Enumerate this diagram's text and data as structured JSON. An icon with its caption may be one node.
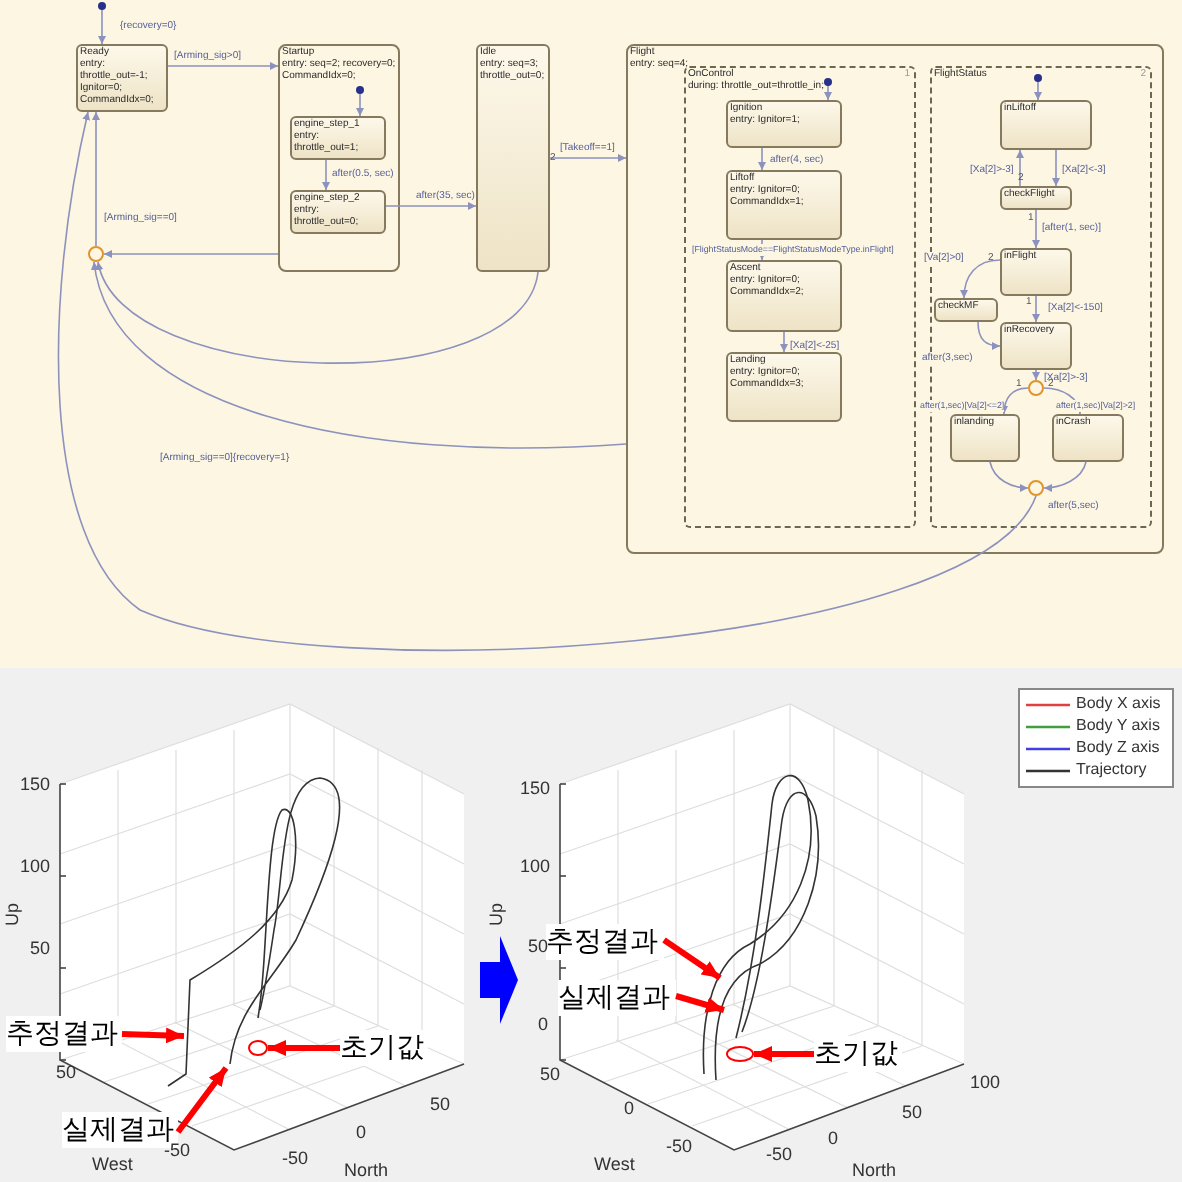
{
  "diagram": {
    "nodes": [
      {
        "text": [
          "Ready",
          "entry: throttle_out=-1; Ignitor=0; CommandIdx=0;"
        ]
      },
      {
        "text": [
          "Startup",
          "entry: seq=2; recovery=0; CommandIdx=0;"
        ]
      },
      {
        "text": [
          "engine_step_1",
          "entry: throttle_out=1;"
        ],
        "in": 1
      },
      {
        "text": [
          "engine_step_2",
          "entry: throttle_out=0;"
        ],
        "in": 1
      },
      {
        "text": [
          "Idle",
          "entry: seq=3; throttle_out=0;"
        ]
      },
      {
        "text": [
          "Flight",
          "entry: seq=4;"
        ]
      },
      {
        "text": [
          "OnControl",
          "during: throttle_out=throttle_in;",
          "1"
        ],
        "in": 5
      },
      {
        "text": [
          "Ignition",
          "entry: Ignitor=1;"
        ],
        "in": 6
      },
      {
        "text": [
          "Liftoff",
          "entry: Ignitor=0; CommandIdx=1;"
        ],
        "in": 6
      },
      {
        "text": [
          "Ascent",
          "entry: Ignitor=0; CommandIdx=2;"
        ],
        "in": 6
      },
      {
        "text": [
          "Landing",
          "entry: Ignitor=0; CommandIdx=3;"
        ],
        "in": 6
      },
      {
        "text": [
          "FlightStatus",
          "2"
        ],
        "in": 5
      },
      {
        "text": [
          "inLiftoff"
        ],
        "in": 11
      },
      {
        "text": [
          "checkFlight"
        ],
        "in": 11
      },
      {
        "text": [
          "inFlight"
        ],
        "in": 11
      },
      {
        "text": [
          "checkMF"
        ],
        "in": 11
      },
      {
        "text": [
          "inRecovery"
        ],
        "in": 11
      },
      {
        "text": [],
        "shape": "circle",
        "in": 11
      },
      {
        "text": [
          "inlanding"
        ],
        "in": 11
      },
      {
        "text": [
          "inCrash"
        ],
        "in": 11
      },
      {
        "text": [],
        "shape": "circle",
        "in": 11
      },
      {
        "text": [],
        "shape": "circle"
      },
      {
        "text": [],
        "shape": "picture"
      },
      {
        "text": [
          "추정결과"
        ],
        "in": 22
      },
      {
        "text": [
          "실제결과"
        ],
        "in": 22
      },
      {
        "text": [
          "초기값"
        ],
        "in": 22
      },
      {
        "text": [],
        "shape": "circle",
        "in": 22
      },
      {
        "text": [],
        "shape": "picture"
      },
      {
        "text": [
          "추정결과"
        ],
        "in": 27
      },
      {
        "text": [
          "실제결과"
        ],
        "in": 27
      },
      {
        "text": [
          "초기값"
        ],
        "in": 27
      },
      {
        "text": [],
        "shape": "circle",
        "in": 27
      }
    ],
    "edges": [
      {
        "from": null,
        "to": 0,
        "arrow": "to",
        "label": "{recovery=0}"
      },
      {
        "from": 0,
        "to": 1,
        "arrow": "to",
        "label": "[Arming_sig>0]"
      },
      {
        "from": null,
        "to": 2,
        "arrow": "to"
      },
      {
        "from": 2,
        "to": 3,
        "arrow": "to",
        "label": "after(0.5, sec)"
      },
      {
        "from": 3,
        "to": 4,
        "arrow": "to",
        "label": "after(35, sec)"
      },
      {
        "from": 1,
        "to": 21,
        "arrow": "to"
      },
      {
        "from": 21,
        "to": 0,
        "arrow": "to",
        "label": "[Arming_sig==0]"
      },
      {
        "from": 4,
        "to": 5,
        "arrow": "to",
        "label": "[Takeoff==1]"
      },
      {
        "from": 4,
        "to": 21,
        "arrow": "to"
      },
      {
        "from": 5,
        "to": 21,
        "arrow": "to",
        "label": "[Arming_sig==0]{recovery=1}"
      },
      {
        "from": 20,
        "to": 0,
        "arrow": "to",
        "label": "after(5,sec)"
      },
      {
        "from": null,
        "to": 7,
        "arrow": "to"
      },
      {
        "from": 7,
        "to": 8,
        "arrow": "to",
        "label": "after(4, sec)"
      },
      {
        "from": 8,
        "to": 9,
        "arrow": "to",
        "label": "[FlightStatusMode==FlightStatusModeType.inFlight]"
      },
      {
        "from": 9,
        "to": 10,
        "arrow": "to",
        "label": "[Xa[2]<-25]"
      },
      {
        "from": null,
        "to": 12,
        "arrow": "to"
      },
      {
        "from": 12,
        "to": 13,
        "arrow": "to",
        "label": "[Xa[2]<-3]"
      },
      {
        "from": 13,
        "to": 12,
        "arrow": "to",
        "label": "[Xa[2]>-3]"
      },
      {
        "from": 13,
        "to": 14,
        "arrow": "to",
        "label": "[after(1, sec)]"
      },
      {
        "from": 14,
        "to": 15,
        "arrow": "to",
        "label": "[Va[2]>0]"
      },
      {
        "from": 15,
        "to": 16,
        "arrow": "to",
        "label": "after(3,sec)"
      },
      {
        "from": 14,
        "to": 16,
        "arrow": "to",
        "label": "[Xa[2]<-150]"
      },
      {
        "from": 16,
        "to": 17,
        "arrow": "to",
        "label": "[Xa[2]>-3]"
      },
      {
        "from": 17,
        "to": 18,
        "arrow": "to",
        "label": "after(1,sec)[Va[2]<=2]"
      },
      {
        "from": 17,
        "to": 19,
        "arrow": "to",
        "label": "after(1,sec)[Va[2]>2]"
      },
      {
        "from": 18,
        "to": 20,
        "arrow": "to"
      },
      {
        "from": 19,
        "to": 20,
        "arrow": "to"
      },
      {
        "from": 23,
        "to": 22,
        "arrow": "to",
        "style": "thick",
        "color": "#ff0000"
      },
      {
        "from": 24,
        "to": 22,
        "arrow": "to",
        "style": "thick",
        "color": "#ff0000"
      },
      {
        "from": 25,
        "to": 26,
        "arrow": "to",
        "style": "thick",
        "color": "#ff0000"
      },
      {
        "from": 28,
        "to": 27,
        "arrow": "to",
        "style": "thick",
        "color": "#ff0000"
      },
      {
        "from": 29,
        "to": 27,
        "arrow": "to",
        "style": "thick",
        "color": "#ff0000"
      },
      {
        "from": 30,
        "to": 31,
        "arrow": "to",
        "style": "thick",
        "color": "#ff0000"
      },
      {
        "from": 22,
        "to": 27,
        "arrow": "to",
        "style": "thick",
        "color": "#0000ff"
      }
    ],
    "labels": [
      "2",
      "2",
      "1",
      "2",
      "1",
      "1",
      "2",
      "150",
      "100",
      "50",
      "Up",
      "50",
      "-50",
      "West",
      "-50",
      "0",
      "50",
      "North",
      "150",
      "100",
      "50",
      "0",
      "Up",
      "50",
      "0",
      "-50",
      "West",
      "-50",
      "0",
      "50",
      "100",
      "North"
    ],
    "legend": [
      {
        "text": "Body X axis"
      },
      {
        "text": "Body Y axis"
      },
      {
        "text": "Body Z axis"
      },
      {
        "text": "Trajectory"
      }
    ]
  }
}
